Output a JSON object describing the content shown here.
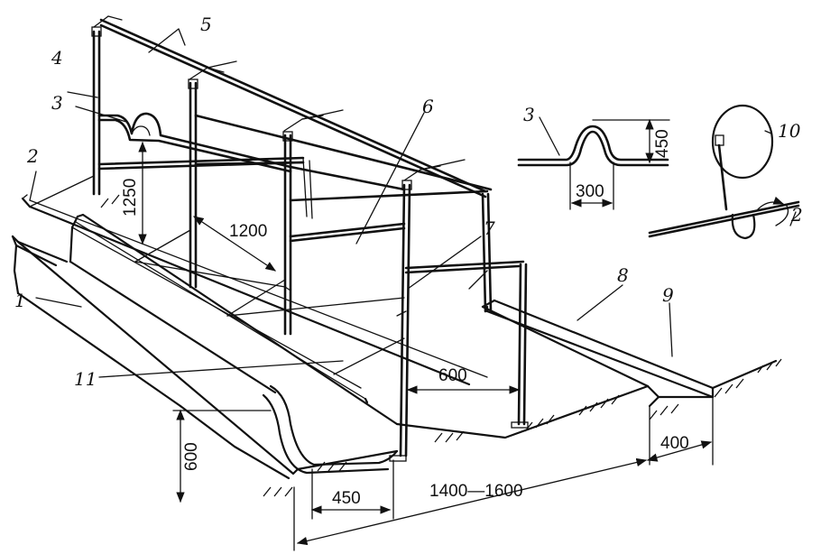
{
  "labels": {
    "l1": "1",
    "l2": "2",
    "l3": "3",
    "l4": "4",
    "l5": "5",
    "l6": "6",
    "l7": "7",
    "l8": "8",
    "l9": "9",
    "l10": "10",
    "l11": "11",
    "l2_detail": "2",
    "l3_detail": "3"
  },
  "dimensions": {
    "d1250": "1250",
    "d1200": "1200",
    "d450_detail": "450",
    "d300_detail": "300",
    "d600_height": "600",
    "d600_width": "600",
    "d450_bottom": "450",
    "d1400_1600": "1400—1600",
    "d400": "400"
  }
}
